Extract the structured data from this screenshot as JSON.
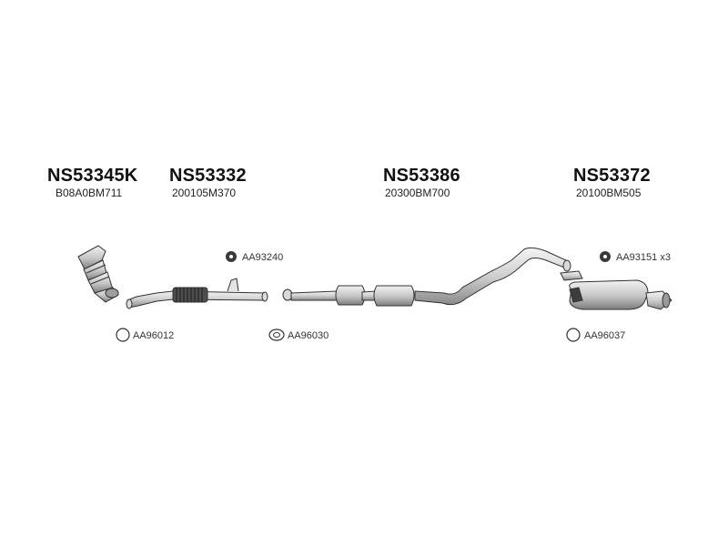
{
  "groups": [
    {
      "code": "NS53345K",
      "ref": "B08A0BM711"
    },
    {
      "code": "NS53332",
      "ref": "200105M370"
    },
    {
      "code": "NS53386",
      "ref": "20300BM700"
    },
    {
      "code": "NS53372",
      "ref": "20100BM505"
    }
  ],
  "accessories": [
    {
      "code": "AA96012"
    },
    {
      "code": "AA93240"
    },
    {
      "code": "AA96030"
    },
    {
      "code": "AA93151",
      "qty": "x3"
    },
    {
      "code": "AA96037"
    }
  ],
  "colors": {
    "stroke": "#333333",
    "fill_light": "#e8e8e8",
    "fill_mid": "#bdbdbd",
    "fill_dark": "#6a6a6a"
  }
}
